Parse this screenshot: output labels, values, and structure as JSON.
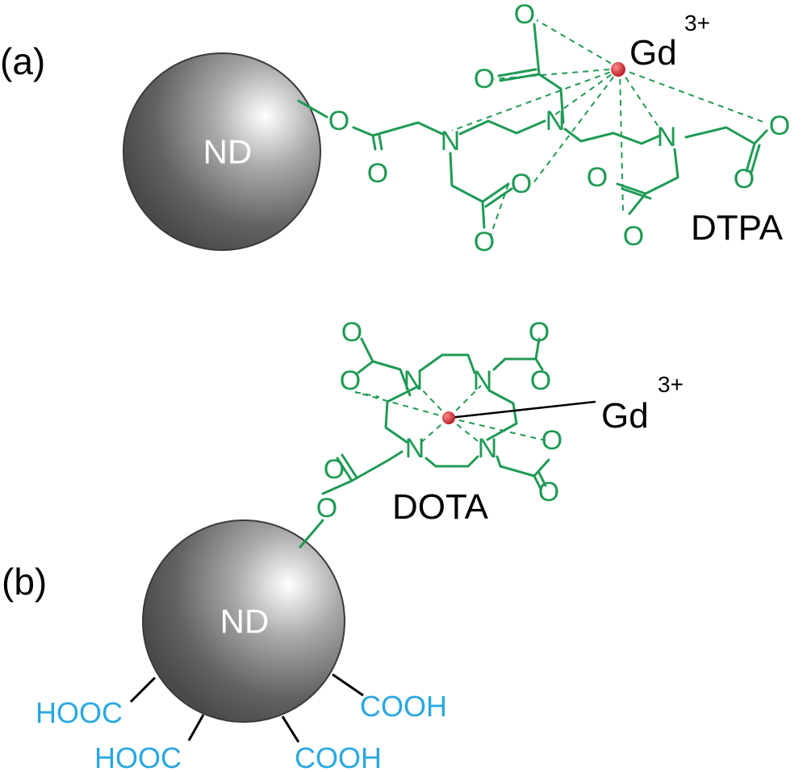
{
  "panels": {
    "a": {
      "letter": "(a)",
      "particle_label": "ND",
      "chelator": "DTPA",
      "ion": "Gd",
      "charge": "3+"
    },
    "b": {
      "letter": "(b)",
      "particle_label": "ND",
      "chelator": "DOTA",
      "ion": "Gd",
      "charge": "3+",
      "surface_groups": [
        "HOOC",
        "HOOC",
        "COOH",
        "COOH"
      ]
    }
  },
  "atoms": {
    "oxygen": "O",
    "nitrogen": "N"
  },
  "colors": {
    "ligand": "#1f9a55",
    "surface_group": "#2aa8e0",
    "ion": "#c8202a",
    "particle_dark": "#5a5a5a",
    "particle_light": "#ffffff"
  }
}
